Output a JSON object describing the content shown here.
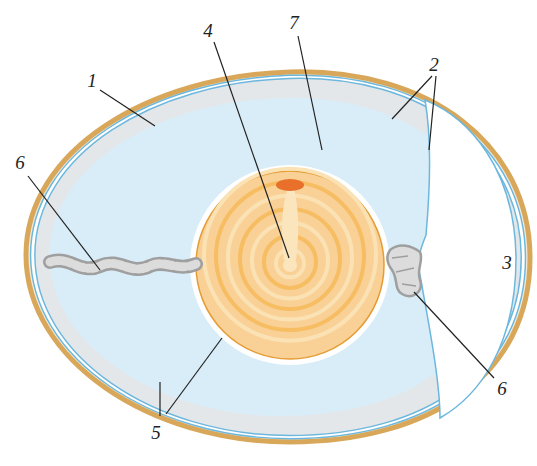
{
  "diagram": {
    "labels": [
      "4",
      "7",
      "2",
      "1",
      "6",
      "3",
      "6",
      "5"
    ]
  }
}
